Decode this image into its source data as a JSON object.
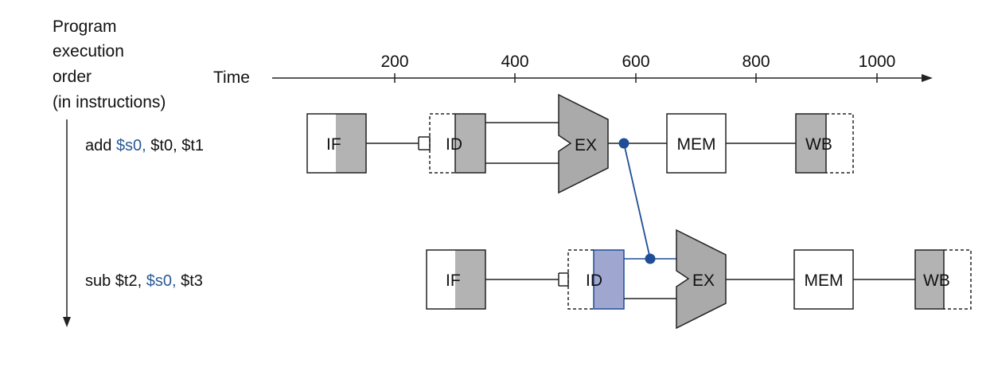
{
  "header": {
    "order_line_1": "Program",
    "order_line_2": "execution",
    "order_line_3": "order",
    "order_line_4": "(in instructions)",
    "time_label": "Time"
  },
  "axis": {
    "ticks": [
      "200",
      "400",
      "600",
      "800",
      "1000"
    ]
  },
  "instructions": [
    {
      "parts": [
        "add ",
        "$s0,",
        " $t0, $t1"
      ],
      "highlight_index": 1,
      "stages": {
        "if": "IF",
        "id": "ID",
        "ex": "EX",
        "mem": "MEM",
        "wb": "WB"
      }
    },
    {
      "parts": [
        "sub $t2, ",
        "$s0,",
        " $t3"
      ],
      "highlight_index": 1,
      "stages": {
        "if": "IF",
        "id": "ID",
        "ex": "EX",
        "mem": "MEM",
        "wb": "WB"
      }
    }
  ],
  "colors": {
    "shade": "#b3b3b3",
    "forward": "#1f4e96",
    "forward_fill": "#9fa6d0",
    "line": "#222222"
  }
}
